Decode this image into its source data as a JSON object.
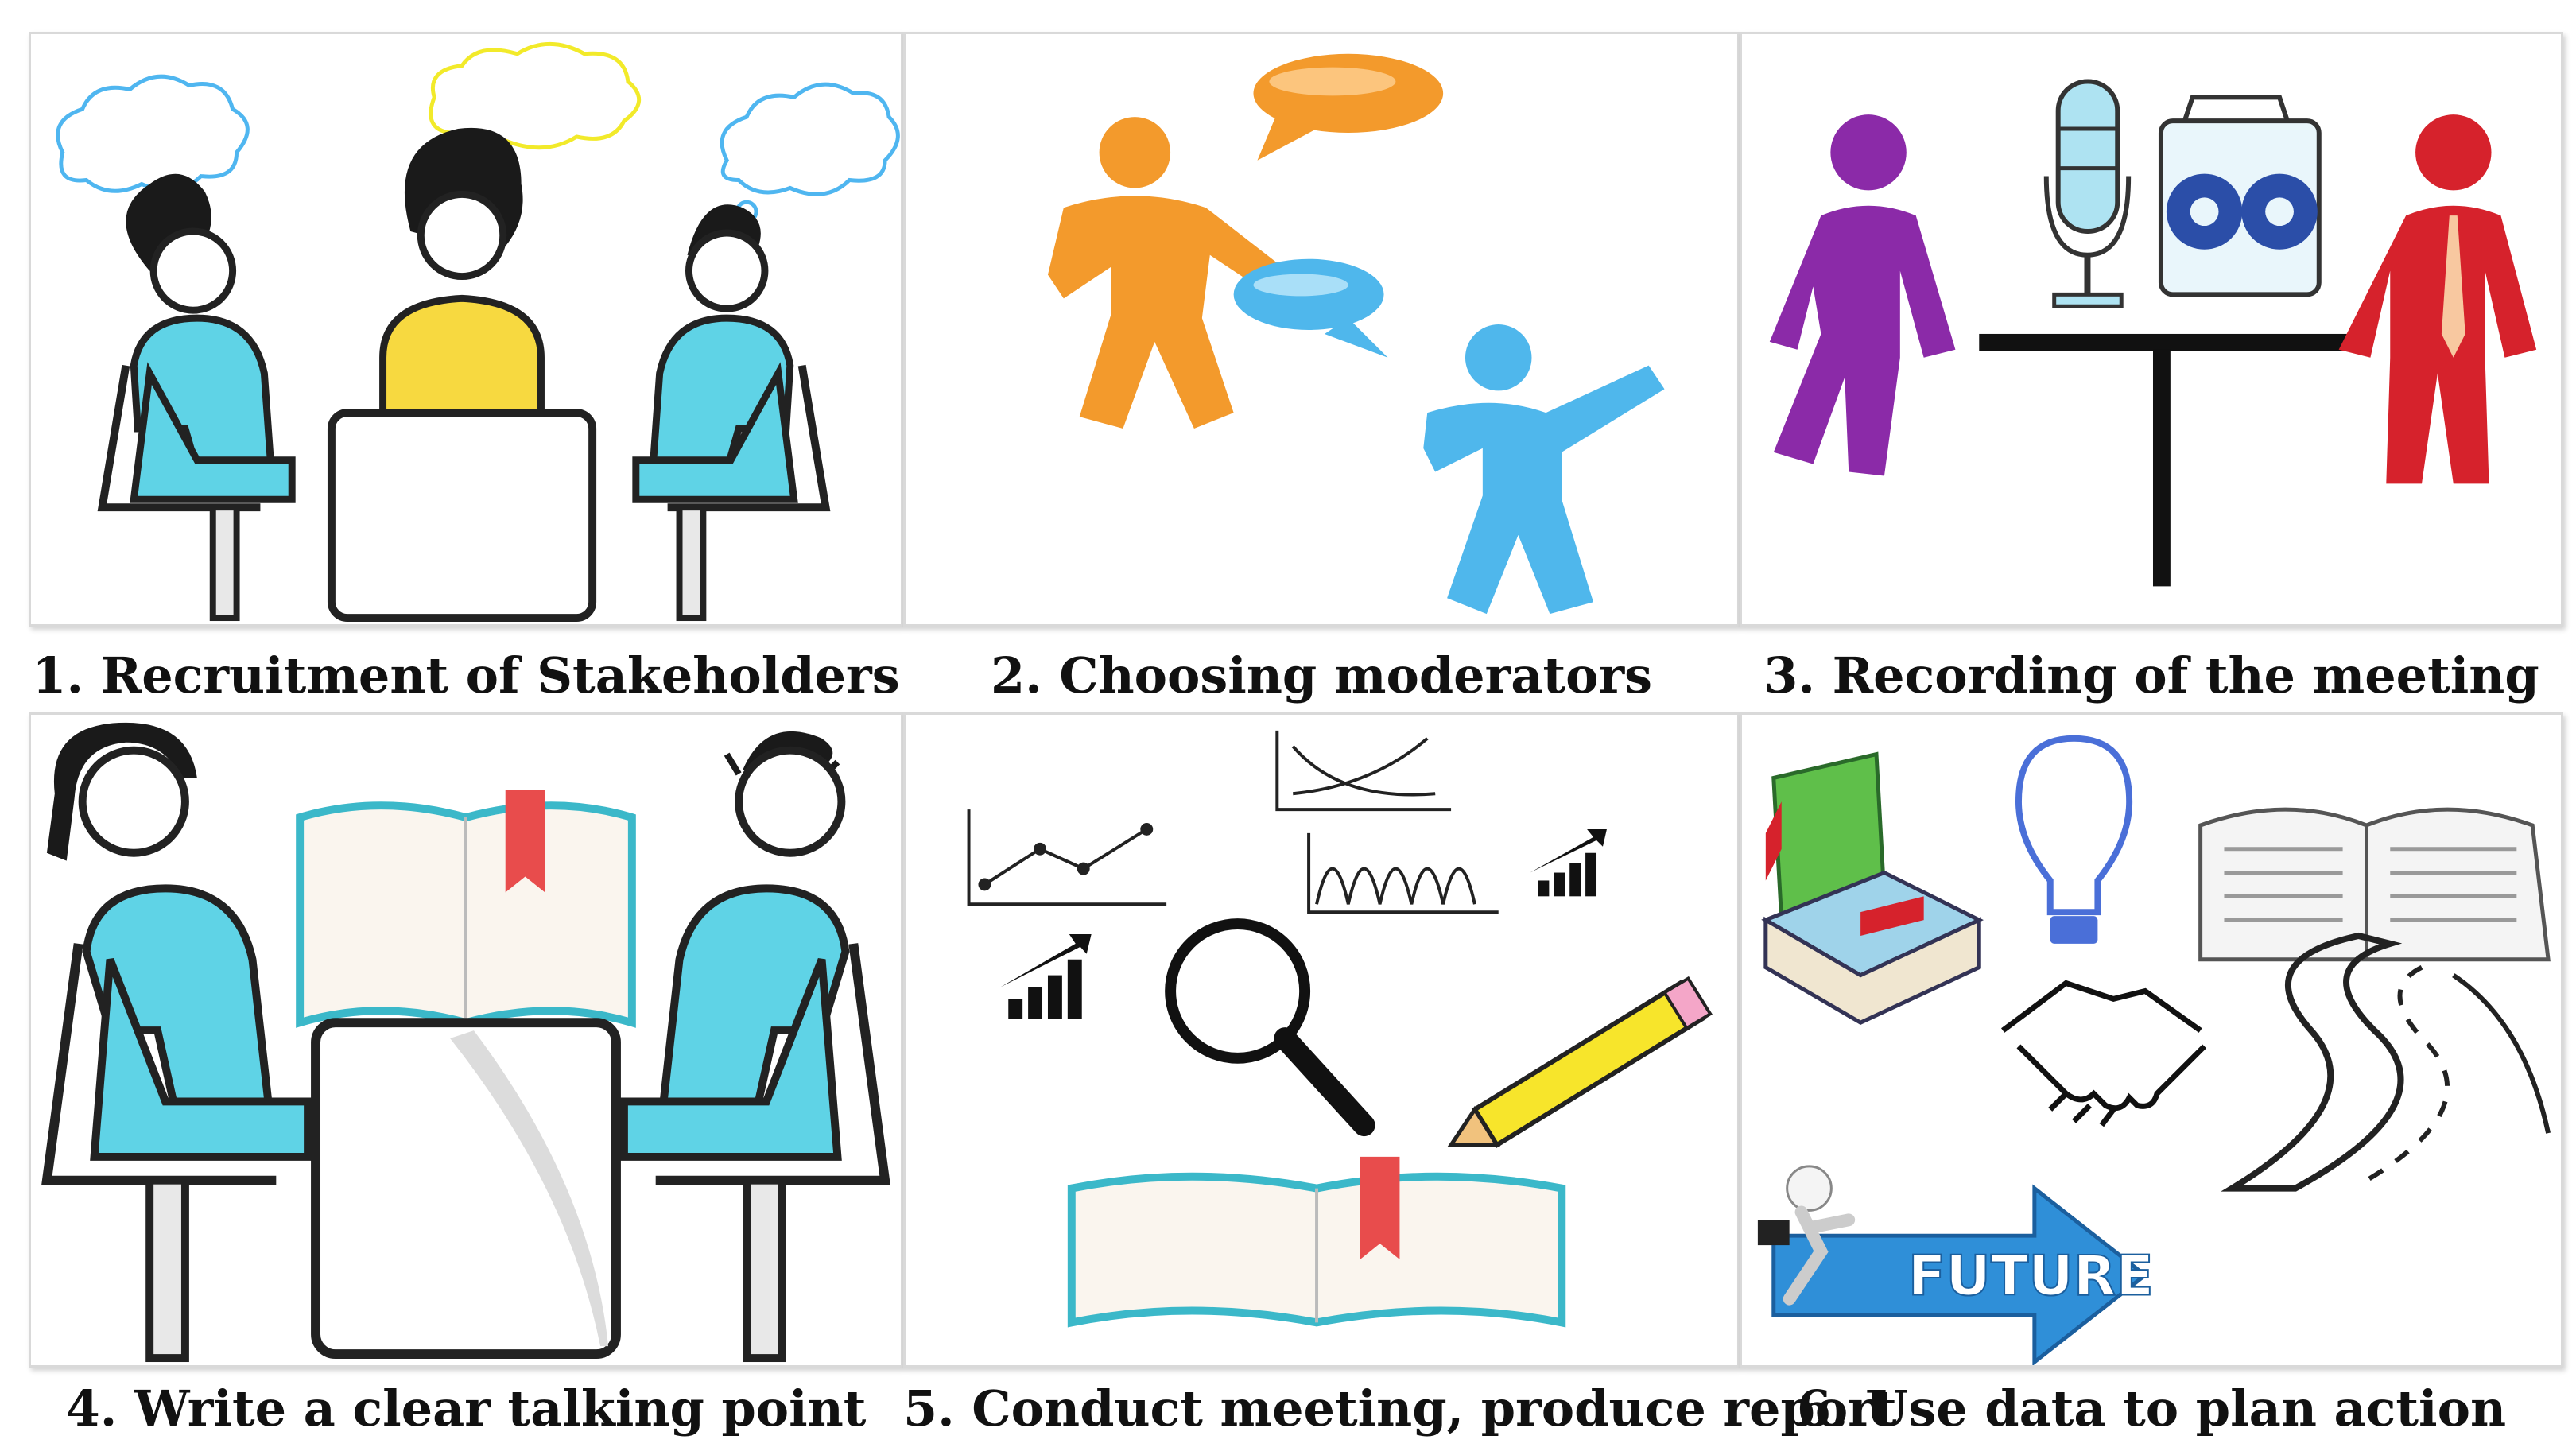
{
  "steps": [
    {
      "caption": "1. Recruitment of Stakeholders"
    },
    {
      "caption": "2. Choosing moderators"
    },
    {
      "caption": "3. Recording of the meeting"
    },
    {
      "caption": "4. Write a clear talking point"
    },
    {
      "caption": "5. Conduct meeting, produce report"
    },
    {
      "caption": "6. Use data to plan action"
    }
  ],
  "icons": {
    "future_arrow_label": "FUTURE"
  },
  "colors": {
    "chair_cyan": "#5fd3e6",
    "shirt_yellow": "#f7d940",
    "cloud_blue": "#4fb6f0",
    "cloud_yellow": "#f2ea2a",
    "person_orange": "#f39a2c",
    "person_blue": "#4fb7ec",
    "person_purple": "#8b2aa8",
    "person_red": "#d6222c",
    "bookmark_red": "#e84c4c",
    "future_blue": "#2f8fd8"
  }
}
